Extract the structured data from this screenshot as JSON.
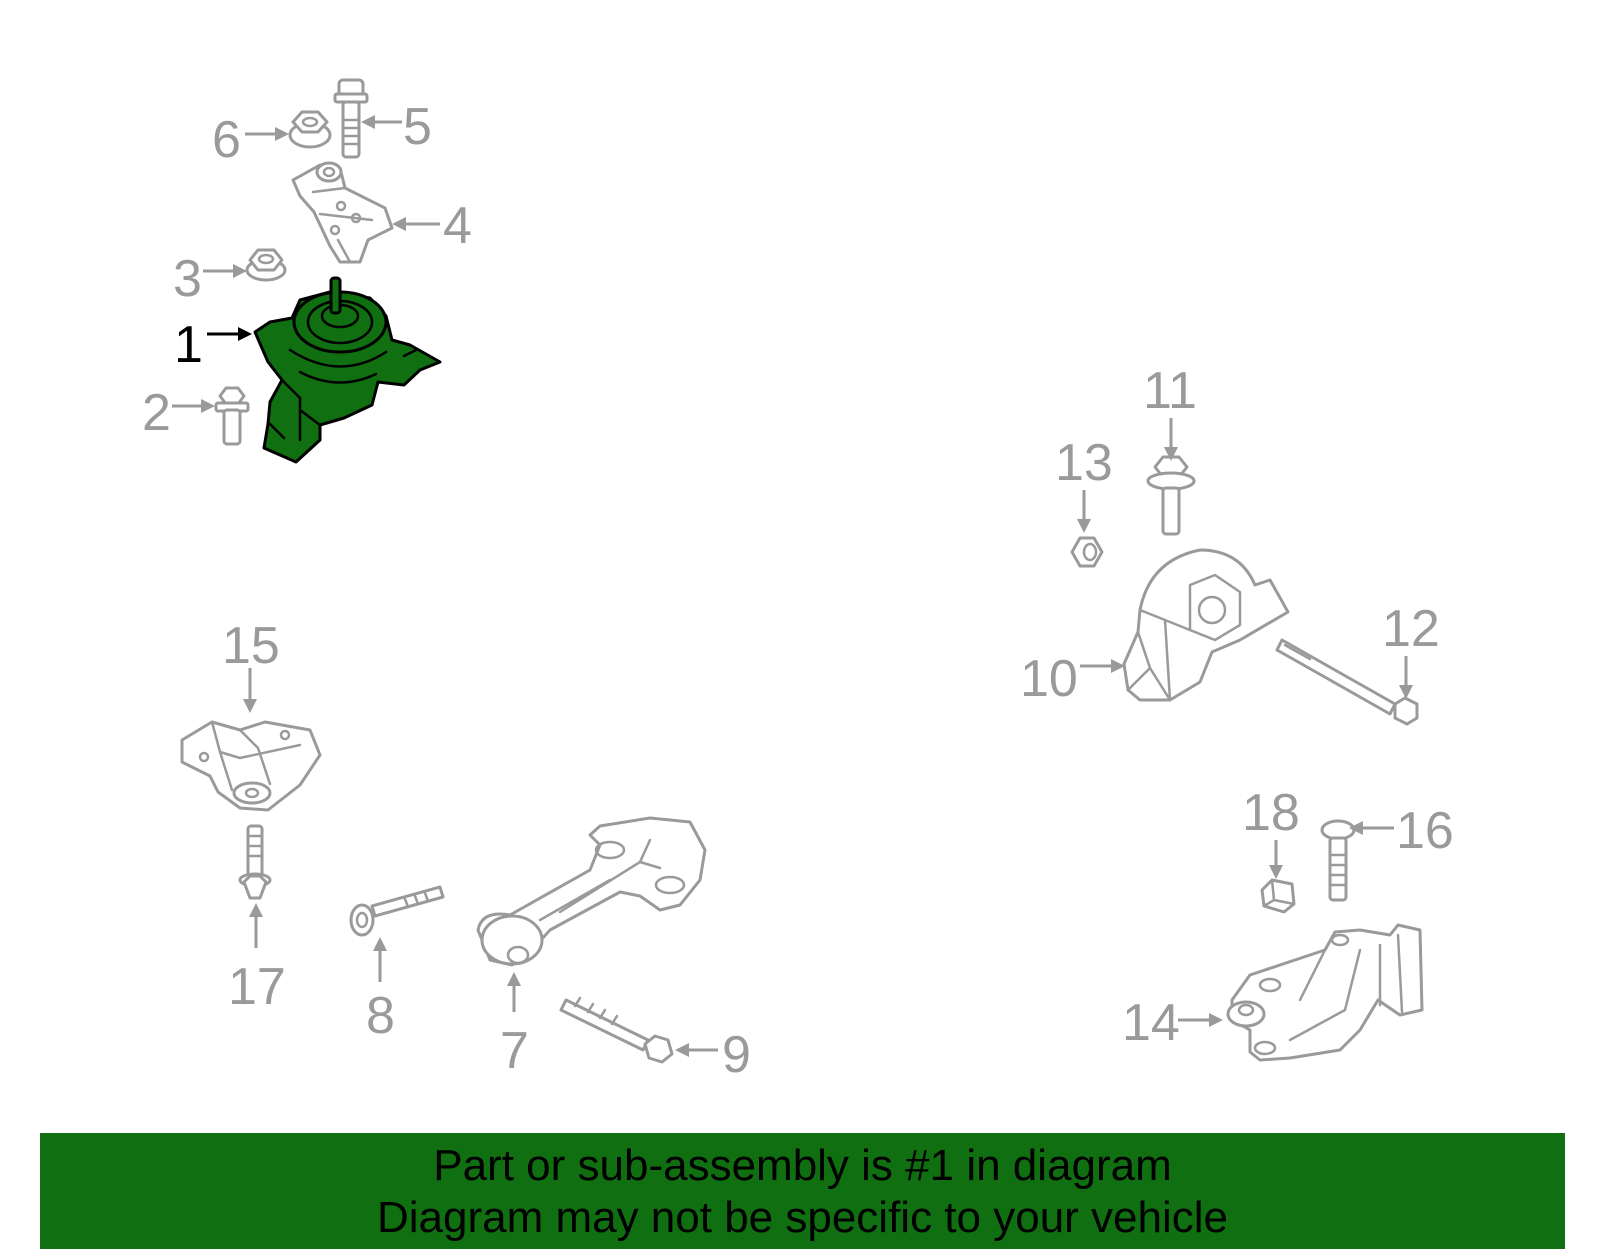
{
  "callouts": [
    {
      "id": "1",
      "label": "1",
      "highlighted": true
    },
    {
      "id": "2",
      "label": "2"
    },
    {
      "id": "3",
      "label": "3"
    },
    {
      "id": "4",
      "label": "4"
    },
    {
      "id": "5",
      "label": "5"
    },
    {
      "id": "6",
      "label": "6"
    },
    {
      "id": "7",
      "label": "7"
    },
    {
      "id": "8",
      "label": "8"
    },
    {
      "id": "9",
      "label": "9"
    },
    {
      "id": "10",
      "label": "10"
    },
    {
      "id": "11",
      "label": "11"
    },
    {
      "id": "12",
      "label": "12"
    },
    {
      "id": "13",
      "label": "13"
    },
    {
      "id": "14",
      "label": "14"
    },
    {
      "id": "15",
      "label": "15"
    },
    {
      "id": "16",
      "label": "16"
    },
    {
      "id": "17",
      "label": "17"
    },
    {
      "id": "18",
      "label": "18"
    }
  ],
  "banner": {
    "line1": "Part or sub-assembly is #1 in diagram",
    "line2": "Diagram may not be specific to your vehicle"
  },
  "colors": {
    "highlight": "#106f10",
    "part_outline": "#9a9a9a",
    "banner_background": "#106f10"
  }
}
